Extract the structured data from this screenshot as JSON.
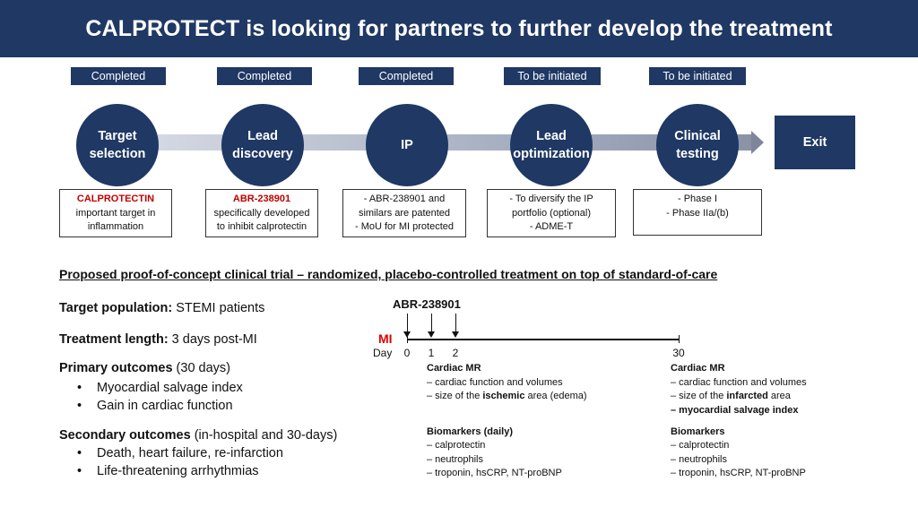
{
  "title": "CALPROTECT is looking for partners to further develop the treatment",
  "stages": [
    {
      "status": "Completed",
      "line1": "Target",
      "line2": "selection",
      "note_lines": [
        "important target in",
        "inflammation"
      ],
      "note_red": "CALPROTECTIN"
    },
    {
      "status": "Completed",
      "line1": "Lead",
      "line2": "discovery",
      "note_lines": [
        "specifically developed",
        "to inhibit calprotectin"
      ],
      "note_red": "ABR-238901"
    },
    {
      "status": "Completed",
      "line1": "IP",
      "line2": "",
      "note_lines": [
        "- ABR-238901 and",
        "similars are patented",
        "- MoU for MI protected"
      ],
      "note_red": ""
    },
    {
      "status": "To be initiated",
      "line1": "Lead",
      "line2": "optimization",
      "note_lines": [
        "- To diversify the IP",
        "portfolio (optional)",
        "- ADME-T"
      ],
      "note_red": ""
    },
    {
      "status": "To be initiated",
      "line1": "Clinical",
      "line2": "testing",
      "note_lines": [
        "- Phase I",
        "- Phase IIa/(b)"
      ],
      "note_red": ""
    }
  ],
  "exit_label": "Exit",
  "trial_title": "Proposed proof-of-concept clinical trial – randomized, placebo-controlled treatment on top of standard-of-care",
  "target_population": {
    "label": "Target population:",
    "value": " STEMI patients"
  },
  "treatment_length": {
    "label": "Treatment length:",
    "value": " 3 days post-MI"
  },
  "primary": {
    "label": "Primary outcomes",
    "value": " (30 days)",
    "items": [
      "Myocardial salvage index",
      "Gain in cardiac function"
    ]
  },
  "secondary": {
    "label": "Secondary outcomes",
    "value": " (in-hospital and 30-days)",
    "items": [
      "Death, heart failure, re-infarction",
      "Life-threatening arrhythmias"
    ]
  },
  "timeline": {
    "drug": "ABR-238901",
    "mi": "MI",
    "day_label": "Day",
    "days": [
      "0",
      "1",
      "2",
      "30"
    ]
  },
  "measures_early": {
    "mr_title": "Cardiac MR",
    "mr_line1": "– cardiac function and volumes",
    "mr_line2_pre": "– size of the ",
    "mr_line2_bold": "ischemic",
    "mr_line2_post": " area (edema)",
    "bio_title": "Biomarkers (daily)",
    "bio_items": [
      "– calprotectin",
      "– neutrophils",
      "– troponin, hsCRP, NT-proBNP"
    ]
  },
  "measures_late": {
    "mr_title": "Cardiac MR",
    "mr_line1": "– cardiac function and volumes",
    "mr_line2_pre": "– size of the ",
    "mr_line2_bold": "infarcted",
    "mr_line2_post": " area",
    "mr_line3": "– myocardial salvage index",
    "bio_title": "Biomarkers",
    "bio_items": [
      "– calprotectin",
      "– neutrophils",
      "– troponin, hsCRP, NT-proBNP"
    ]
  }
}
